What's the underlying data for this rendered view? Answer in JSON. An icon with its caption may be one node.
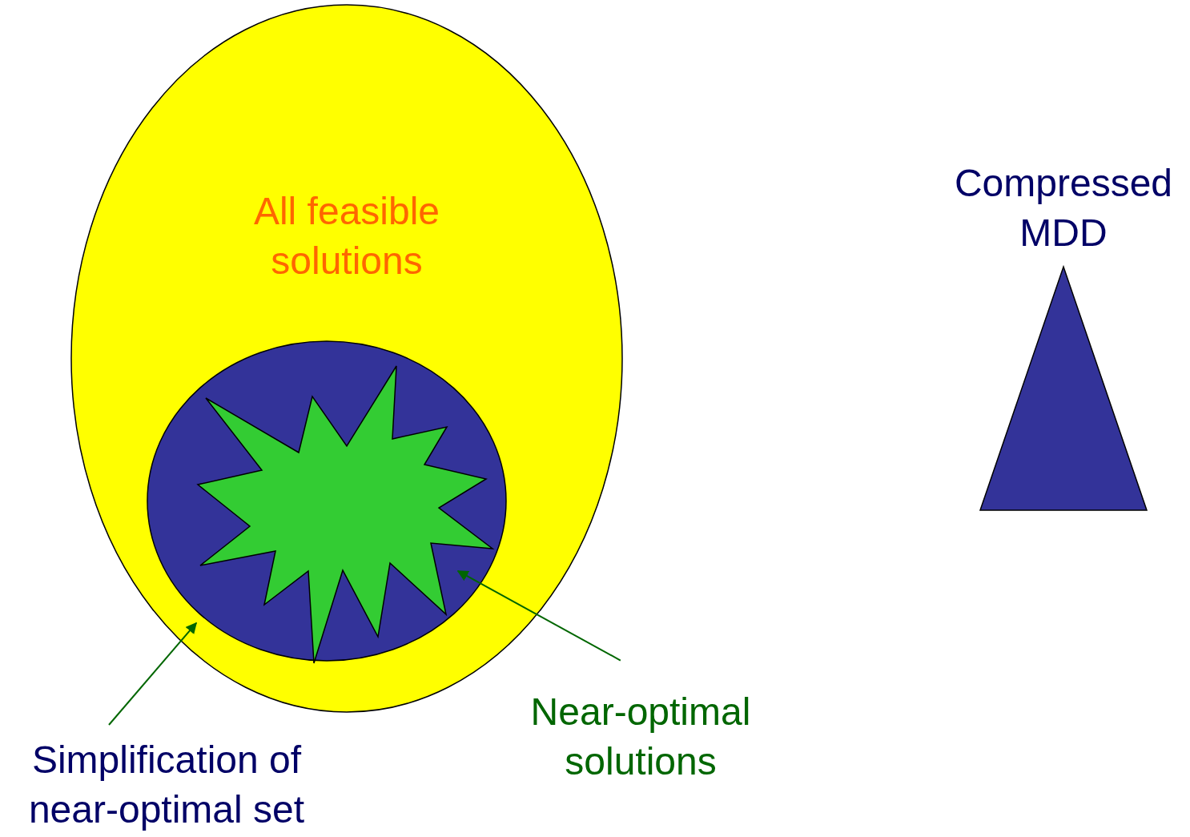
{
  "diagram": {
    "nodes": [
      {
        "text": [
          "All feasible solutions"
        ]
      },
      {
        "text": [],
        "shape": "circle",
        "in": 0
      },
      {
        "text": [],
        "shape": "star",
        "in": 1
      },
      {
        "text": [
          "Compressed MDD"
        ]
      },
      {
        "text": [
          "Simplification of near-optimal set"
        ]
      },
      {
        "text": [
          "Near-optimal solutions"
        ]
      }
    ],
    "edges": [
      {
        "from": 4,
        "to": 1,
        "arrow": "to"
      },
      {
        "from": 5,
        "to": 2,
        "arrow": "to"
      }
    ]
  }
}
